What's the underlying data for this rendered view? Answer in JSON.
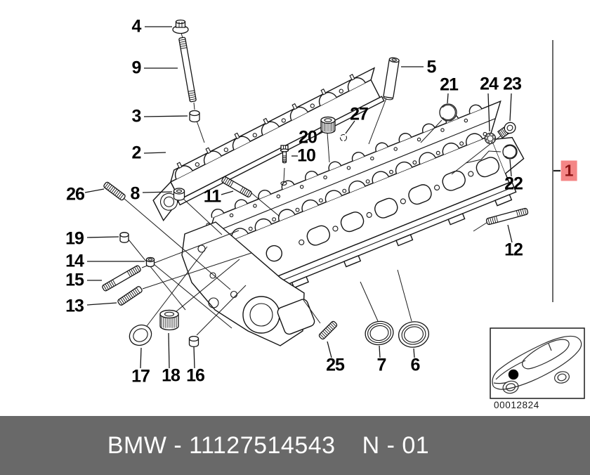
{
  "callouts": {
    "c1": "1",
    "c2": "2",
    "c3": "3",
    "c4": "4",
    "c5": "5",
    "c6": "6",
    "c7": "7",
    "c8": "8",
    "c9": "9",
    "c10": "10",
    "c11": "11",
    "c12": "12",
    "c13": "13",
    "c14": "14",
    "c15": "15",
    "c16": "16",
    "c17": "17",
    "c18": "18",
    "c19": "19",
    "c20": "20",
    "c21": "21",
    "c22": "22",
    "c23": "23",
    "c24": "24",
    "c25": "25",
    "c26": "26",
    "c27": "27"
  },
  "highlight": {
    "label": "1",
    "bg": "#f48686",
    "fg": "#8c1414"
  },
  "thumbnail": {
    "code": "00012824"
  },
  "banner": {
    "left": "BMW - 11127514543",
    "right": "N - 01",
    "bg": "#696969",
    "fg": "#ffffff"
  }
}
